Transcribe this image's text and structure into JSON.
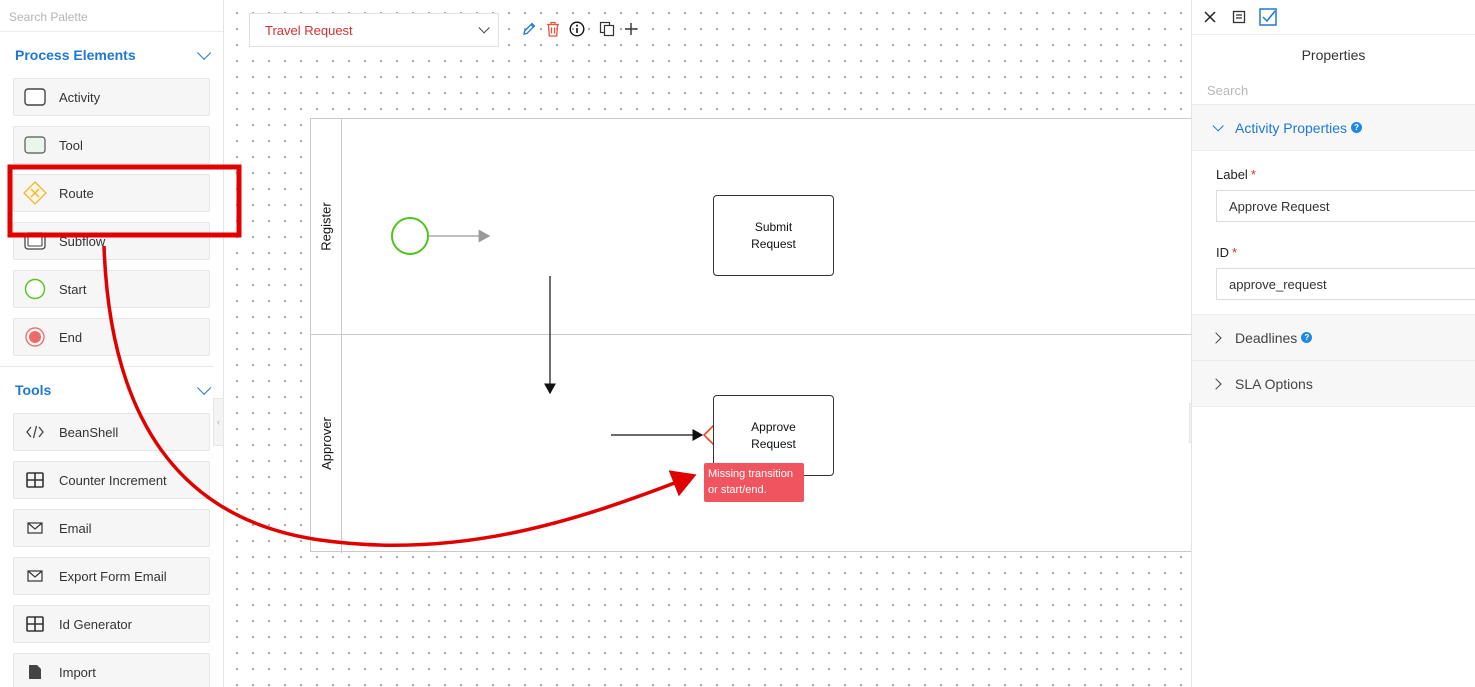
{
  "palette": {
    "search_placeholder": "Search Palette",
    "process_elements": {
      "title": "Process Elements",
      "items": [
        {
          "label": "Activity",
          "icon": "activity-icon"
        },
        {
          "label": "Tool",
          "icon": "tool-icon"
        },
        {
          "label": "Route",
          "icon": "route-icon"
        },
        {
          "label": "Subflow",
          "icon": "subflow-icon"
        },
        {
          "label": "Start",
          "icon": "start-icon"
        },
        {
          "label": "End",
          "icon": "end-icon"
        }
      ]
    },
    "tools": {
      "title": "Tools",
      "items": [
        {
          "label": "BeanShell",
          "icon": "code-icon"
        },
        {
          "label": "Counter Increment",
          "icon": "grid-icon"
        },
        {
          "label": "Email",
          "icon": "mail-icon"
        },
        {
          "label": "Export Form Email",
          "icon": "mail-icon"
        },
        {
          "label": "Id Generator",
          "icon": "grid-icon"
        },
        {
          "label": "Import",
          "icon": "file-icon"
        }
      ]
    }
  },
  "canvas": {
    "process_name": "Travel Request",
    "toolbar": [
      "pencil-icon",
      "trash-icon",
      "info-icon",
      "copy-icon",
      "plus-icon"
    ],
    "lanes": [
      {
        "label": "Register"
      },
      {
        "label": "Approver"
      }
    ],
    "activities": {
      "submit": "Submit Request",
      "approve": "Approve Request"
    },
    "error_message": "Missing transition or start/end.",
    "colors": {
      "start_stroke": "#52c41a",
      "route_stroke": "#e8453c",
      "route_fill": "#fff8e1",
      "error_bg": "#f0555f",
      "annotation_red": "#e00000"
    }
  },
  "properties": {
    "top_icons": [
      "close-icon",
      "panel-icon",
      "checkbox-icon"
    ],
    "title": "Properties",
    "search_placeholder": "Search",
    "sections": {
      "activity": "Activity Properties",
      "deadlines": "Deadlines",
      "sla": "SLA Options"
    },
    "fields": {
      "label": {
        "name": "Label",
        "required_mark": "*",
        "value": "Approve Request"
      },
      "id": {
        "name": "ID",
        "required_mark": "*",
        "value": "approve_request"
      }
    }
  }
}
